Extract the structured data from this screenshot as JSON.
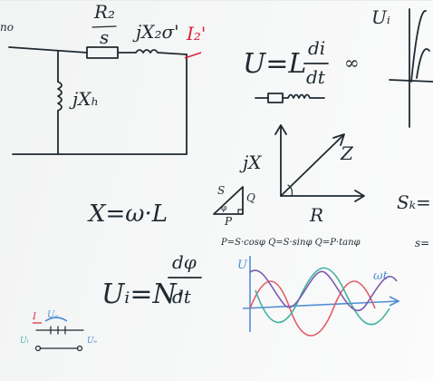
{
  "whiteboard": {
    "circuit": {
      "r2_over_s_label": "R₂",
      "s_label": "s",
      "jx2_label": "jX₂σ'",
      "i2_label": "I₂'",
      "jxh_label": "jXₕ",
      "left_fragment": "no"
    },
    "inductor_eq": {
      "lhs": "U=L",
      "frac_num": "di",
      "frac_den": "dt",
      "trailing": "∞"
    },
    "phasor": {
      "jx_label": "jX",
      "z_label": "Z",
      "r_label": "R"
    },
    "reactance_eq": "X=ω·L",
    "power_triangle": {
      "s_label": "S",
      "q_label": "Q",
      "p_label": "P",
      "phi_label": "φ",
      "formula_line": "P=S·cosφ   Q=S·sinφ   Q=P·tanφ"
    },
    "induction_eq": {
      "lhs": "Uᵢ=N·",
      "frac_num": "dφ",
      "frac_den": "dt"
    },
    "waves": {
      "y_label": "U",
      "x_label": "ωt"
    },
    "right_edge": {
      "u_label": "Uᵢ",
      "sk_label": "Sₖ=",
      "s_fragment": "s="
    },
    "small_sketch": {
      "i_label": "I",
      "u_label": "Uₐ",
      "ulow_label": "Uₗ",
      "uright_label": "Uₑ"
    }
  }
}
